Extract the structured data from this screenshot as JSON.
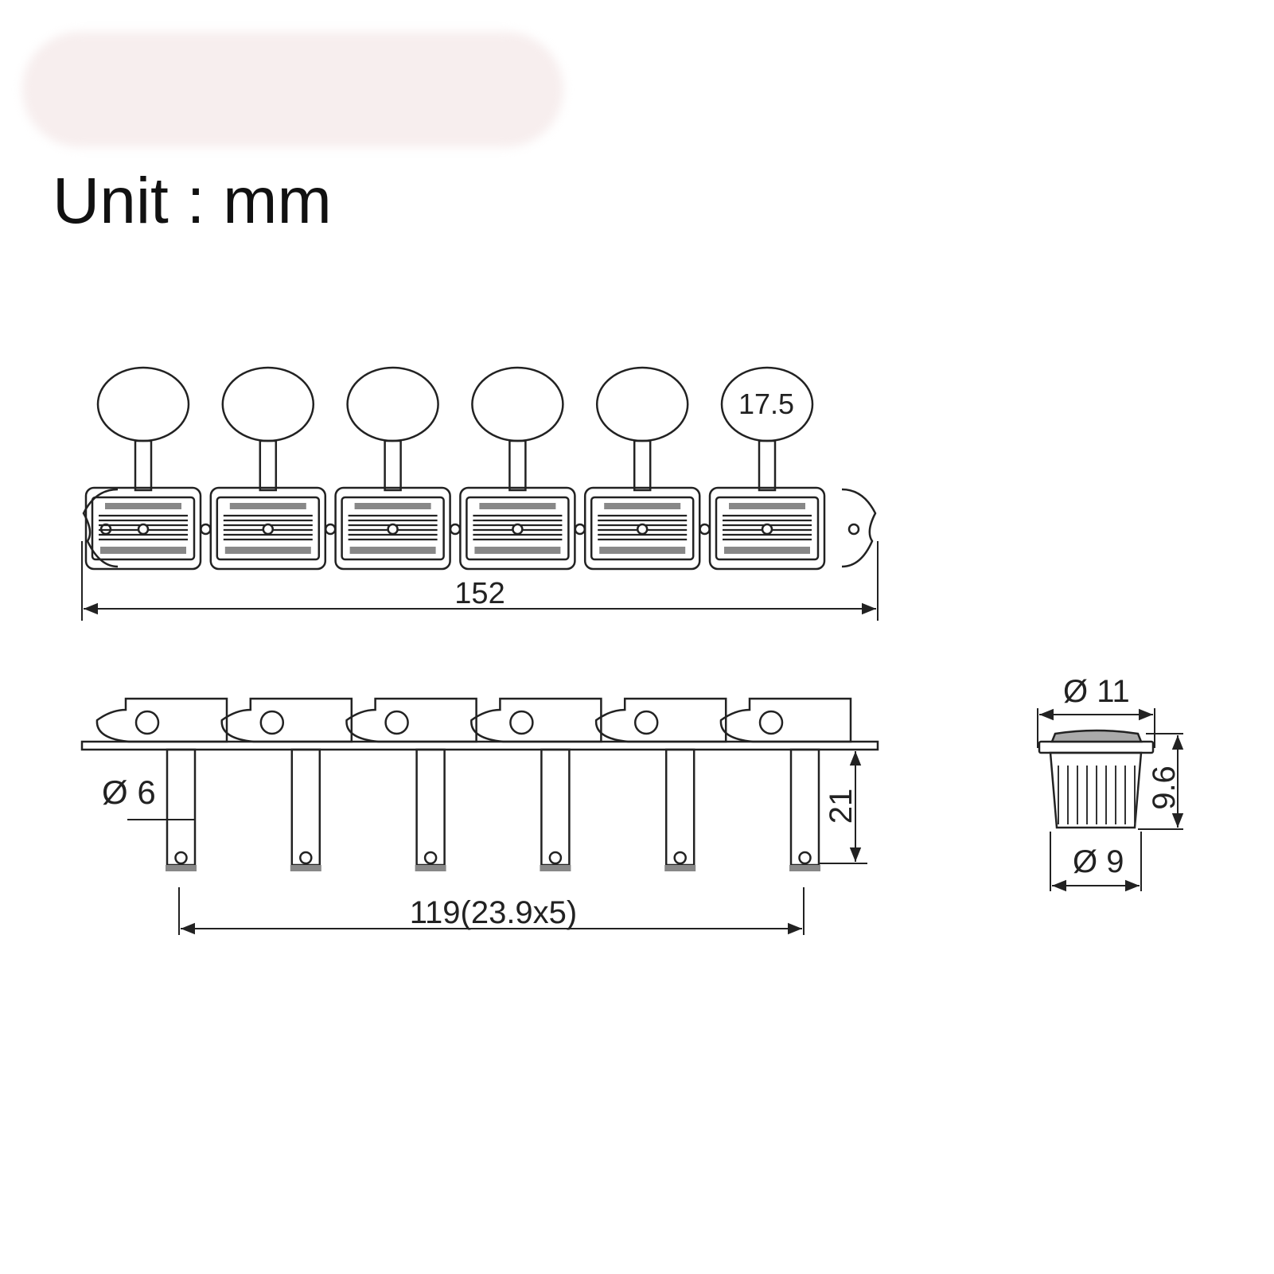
{
  "header": {
    "unit_label": "Unit : mm"
  },
  "front_view": {
    "tuner_count": 6,
    "button_label": "17.5",
    "overall_width_label": "152"
  },
  "side_view": {
    "post_diameter_label": "Ø 6",
    "post_height_label": "21",
    "post_spacing_label": "119(23.9x5)"
  },
  "bushing_view": {
    "flange_diameter_label": "Ø 11",
    "height_label": "9.6",
    "bushing_diameter_label": "Ø 9"
  },
  "colors": {
    "line": "#222222",
    "title": "#111111",
    "banner": "#f7eeee"
  }
}
